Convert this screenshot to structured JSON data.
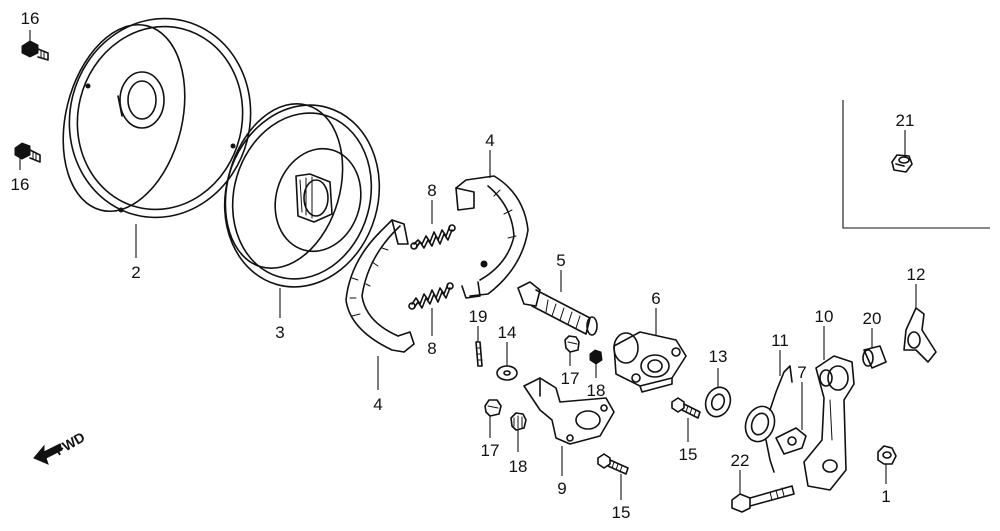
{
  "fwd_label": "FWD",
  "parts": [
    {
      "id": "16a",
      "num": "16",
      "icon": "bolt-icon"
    },
    {
      "id": "16b",
      "num": "16",
      "icon": "bolt-icon"
    },
    {
      "id": "2",
      "num": "2",
      "icon": "brake-panel-cover-icon"
    },
    {
      "id": "3",
      "num": "3",
      "icon": "brake-drum-icon"
    },
    {
      "id": "4a",
      "num": "4",
      "icon": "brake-shoe-icon"
    },
    {
      "id": "4b",
      "num": "4",
      "icon": "brake-shoe-icon"
    },
    {
      "id": "8a",
      "num": "8",
      "icon": "spring-icon"
    },
    {
      "id": "8b",
      "num": "8",
      "icon": "spring-icon"
    },
    {
      "id": "5",
      "num": "5",
      "icon": "brake-cam-icon"
    },
    {
      "id": "6",
      "num": "6",
      "icon": "cam-holder-icon"
    },
    {
      "id": "19",
      "num": "19",
      "icon": "pin-icon"
    },
    {
      "id": "14",
      "num": "14",
      "icon": "washer-icon"
    },
    {
      "id": "17a",
      "num": "17",
      "icon": "nut-icon"
    },
    {
      "id": "18a",
      "num": "18",
      "icon": "nut-icon"
    },
    {
      "id": "17b",
      "num": "17",
      "icon": "nut-icon"
    },
    {
      "id": "18b",
      "num": "18",
      "icon": "nut-icon"
    },
    {
      "id": "9",
      "num": "9",
      "icon": "bracket-icon"
    },
    {
      "id": "15a",
      "num": "15",
      "icon": "bolt-icon"
    },
    {
      "id": "15b",
      "num": "15",
      "icon": "bolt-icon"
    },
    {
      "id": "13",
      "num": "13",
      "icon": "seal-icon"
    },
    {
      "id": "11",
      "num": "11",
      "icon": "return-spring-icon"
    },
    {
      "id": "7",
      "num": "7",
      "icon": "indicator-plate-icon"
    },
    {
      "id": "10",
      "num": "10",
      "icon": "brake-arm-icon"
    },
    {
      "id": "20",
      "num": "20",
      "icon": "joint-pin-icon"
    },
    {
      "id": "12",
      "num": "12",
      "icon": "wing-nut-icon"
    },
    {
      "id": "22",
      "num": "22",
      "icon": "bolt-icon"
    },
    {
      "id": "1",
      "num": "1",
      "icon": "nut-icon"
    },
    {
      "id": "21",
      "num": "21",
      "icon": "grease-nipple-icon"
    }
  ]
}
